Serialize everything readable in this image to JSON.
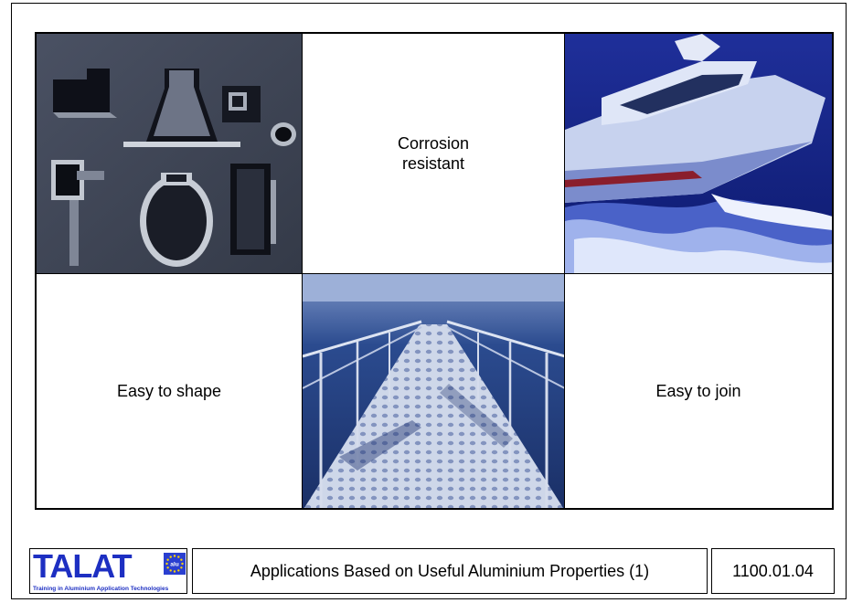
{
  "cells": {
    "corrosion": "Corrosion\nresistant",
    "shape": "Easy to shape",
    "join": "Easy to join"
  },
  "footer": {
    "logo_text": "TALAT",
    "logo_subtitle": "Training in Aluminium Application Technologies",
    "logo_badge": "alu",
    "title": "Applications Based on Useful Aluminium Properties (1)",
    "code": "1100.01.04"
  },
  "colors": {
    "logo_blue": "#1d2fc2",
    "flag_blue": "#2a3fd0",
    "star_yellow": "#ffd400"
  }
}
